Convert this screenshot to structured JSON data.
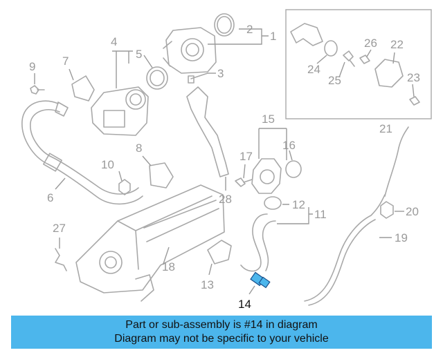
{
  "callouts": {
    "c1": "1",
    "c2": "2",
    "c3": "3",
    "c4": "4",
    "c5": "5",
    "c6": "6",
    "c7": "7",
    "c8": "8",
    "c9": "9",
    "c10": "10",
    "c11": "11",
    "c12": "12",
    "c13": "13",
    "c14": "14",
    "c15": "15",
    "c16": "16",
    "c17": "17",
    "c18": "18",
    "c19": "19",
    "c20": "20",
    "c21": "21",
    "c22": "22",
    "c23": "23",
    "c24": "24",
    "c25": "25",
    "c26": "26",
    "c27": "27",
    "c28": "28"
  },
  "highlight": {
    "part_number": "14",
    "color": "#4cb6ec"
  },
  "banner": {
    "line1": "Part or sub-assembly is #14 in diagram",
    "line2": "Diagram may not be specific to your vehicle",
    "background": "#4cb6ec"
  }
}
